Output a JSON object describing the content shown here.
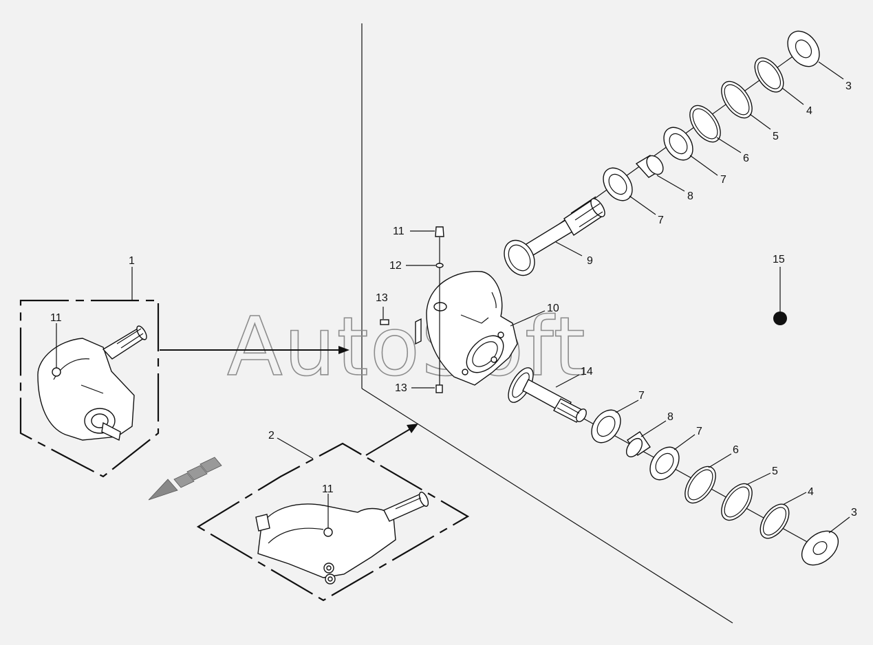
{
  "watermark": "AutoSoft",
  "callouts": [
    {
      "id": "c1",
      "label": "1"
    },
    {
      "id": "c2",
      "label": "2"
    },
    {
      "id": "c3a",
      "label": "3"
    },
    {
      "id": "c3b",
      "label": "3"
    },
    {
      "id": "c4a",
      "label": "4"
    },
    {
      "id": "c4b",
      "label": "4"
    },
    {
      "id": "c5a",
      "label": "5"
    },
    {
      "id": "c5b",
      "label": "5"
    },
    {
      "id": "c6a",
      "label": "6"
    },
    {
      "id": "c6b",
      "label": "6"
    },
    {
      "id": "c7a",
      "label": "7"
    },
    {
      "id": "c7b",
      "label": "7"
    },
    {
      "id": "c7c",
      "label": "7"
    },
    {
      "id": "c7d",
      "label": "7"
    },
    {
      "id": "c8a",
      "label": "8"
    },
    {
      "id": "c8b",
      "label": "8"
    },
    {
      "id": "c9",
      "label": "9"
    },
    {
      "id": "c10",
      "label": "10"
    },
    {
      "id": "c11a",
      "label": "11"
    },
    {
      "id": "c11b",
      "label": "11"
    },
    {
      "id": "c11c",
      "label": "11"
    },
    {
      "id": "c12",
      "label": "12"
    },
    {
      "id": "c13a",
      "label": "13"
    },
    {
      "id": "c13b",
      "label": "13"
    },
    {
      "id": "c14",
      "label": "14"
    },
    {
      "id": "c15",
      "label": "15"
    }
  ]
}
